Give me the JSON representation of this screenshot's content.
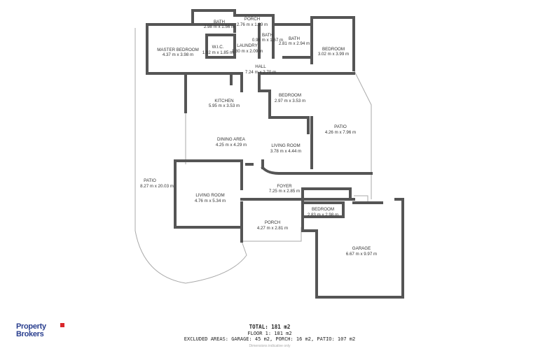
{
  "rooms": [
    {
      "id": "bath-1",
      "name": "BATH",
      "dims": "2.98 m x 1.56 m"
    },
    {
      "id": "porch-top",
      "name": "PORCH",
      "dims": "2.76 m x 1.39 m"
    },
    {
      "id": "bath-2",
      "name": "BATH",
      "dims": "0.96 m x 1.67 m"
    },
    {
      "id": "bath-3",
      "name": "BATH",
      "dims": "2.81 m x 2.94 m"
    },
    {
      "id": "bedroom-1",
      "name": "BEDROOM",
      "dims": "3.02 m x 3.99 m"
    },
    {
      "id": "master-bedroom",
      "name": "MASTER BEDROOM",
      "dims": "4.37 m x 3.98 m"
    },
    {
      "id": "wic",
      "name": "W.I.C.",
      "dims": "1.92 m x 1.85 m"
    },
    {
      "id": "laundry",
      "name": "LAUNDRY",
      "dims": "1.80 m x 2.09 m"
    },
    {
      "id": "hall",
      "name": "HALL",
      "dims": "7.24 m x 2.70 m"
    },
    {
      "id": "kitchen",
      "name": "KITCHEN",
      "dims": "5.95 m x 3.53 m"
    },
    {
      "id": "bedroom-2",
      "name": "BEDROOM",
      "dims": "2.97 m x 3.53 m"
    },
    {
      "id": "patio-right",
      "name": "PATIO",
      "dims": "4.26 m x 7.96 m"
    },
    {
      "id": "dining-area",
      "name": "DINING AREA",
      "dims": "4.25 m x 4.29 m"
    },
    {
      "id": "living-room-1",
      "name": "LIVING ROOM",
      "dims": "3.78 m x 4.44 m"
    },
    {
      "id": "patio-left",
      "name": "PATIO",
      "dims": "8.27 m x 20.03 m"
    },
    {
      "id": "foyer",
      "name": "FOYER",
      "dims": "7.25 m x 2.85 m"
    },
    {
      "id": "living-room-2",
      "name": "LIVING ROOM",
      "dims": "4.76 m x 5.34 m"
    },
    {
      "id": "bedroom-3",
      "name": "BEDROOM",
      "dims": "2.83 m x 2.98 m"
    },
    {
      "id": "porch-bottom",
      "name": "PORCH",
      "dims": "4.27 m x 2.81 m"
    },
    {
      "id": "garage",
      "name": "GARAGE",
      "dims": "6.67 m x 9.97 m"
    }
  ],
  "summary": {
    "total": "TOTAL: 181 m2",
    "floor": "FLOOR 1: 181 m2",
    "excluded": "EXCLUDED AREAS: GARAGE: 45 m2, PORCH: 16 m2, PATIO: 107 m2",
    "note": "Dimensions indicative only"
  },
  "logo": {
    "line1": "Property",
    "line2": "Brokers",
    "color": "#2a3f8f",
    "accent": "#d9262b"
  },
  "colors": {
    "wall": "#555555",
    "outline": "#aaaaaa",
    "text": "#333333"
  }
}
